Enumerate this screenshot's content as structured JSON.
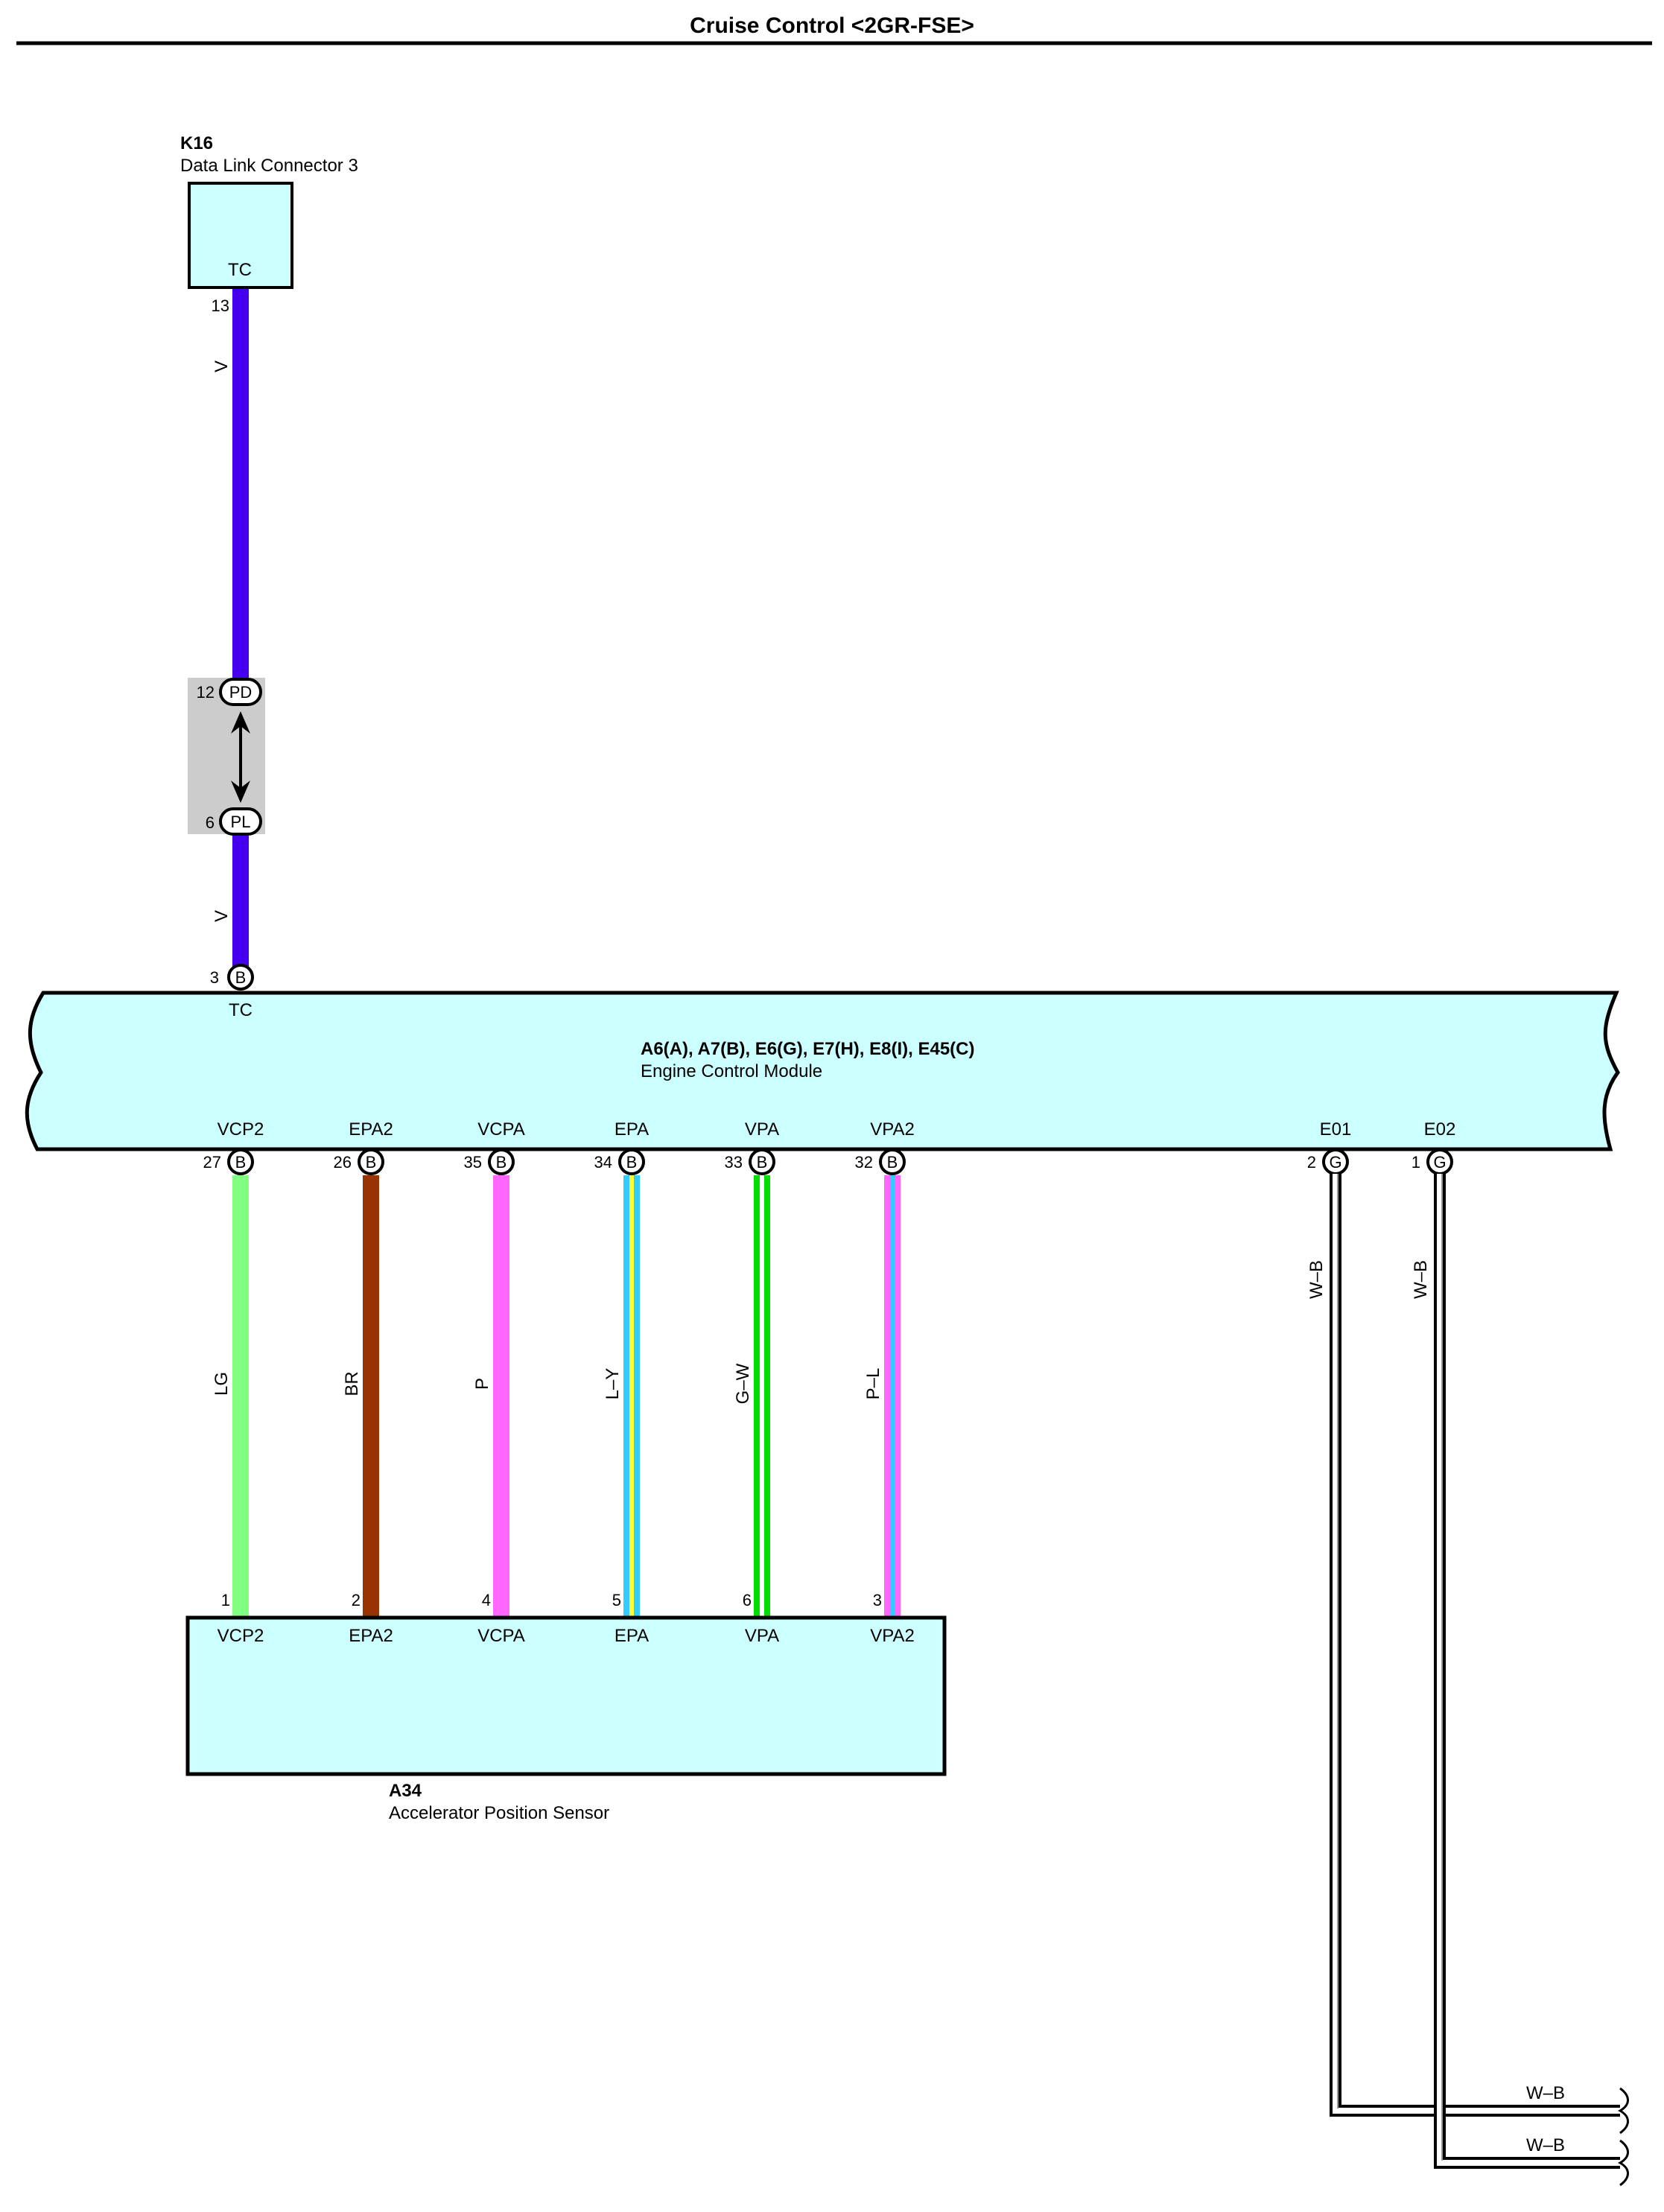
{
  "title": "Cruise Control <2GR-FSE>",
  "colors": {
    "V": "#4400ee",
    "LG": "#80ff80",
    "BR": "#993300",
    "P": "#ff66ff",
    "L": "#33ccff",
    "Y": "#ffff33",
    "G": "#00dd00",
    "W": "#ffffff",
    "B": "#000000",
    "module_fill": "#ccffff",
    "junction_fill": "#cccccc"
  },
  "dlc": {
    "code": "K16",
    "name": "Data Link Connector 3",
    "pin_name": "TC",
    "pin": "13"
  },
  "wire_v_upper": {
    "label": "V"
  },
  "junction": {
    "top_pin": "12",
    "top_code": "PD",
    "bottom_pin": "6",
    "bottom_code": "PL"
  },
  "wire_v_lower": {
    "label": "V"
  },
  "ecm": {
    "codes": "A6(A), A7(B), E6(G), E7(H), E8(I), E45(C)",
    "name": "Engine Control Module",
    "tc_pin": "3",
    "tc_conn": "B",
    "tc_name": "TC",
    "bottom_pins": [
      {
        "name": "VCP2",
        "pin": "27",
        "conn": "B"
      },
      {
        "name": "EPA2",
        "pin": "26",
        "conn": "B"
      },
      {
        "name": "VCPA",
        "pin": "35",
        "conn": "B"
      },
      {
        "name": "EPA",
        "pin": "34",
        "conn": "B"
      },
      {
        "name": "VPA",
        "pin": "33",
        "conn": "B"
      },
      {
        "name": "VPA2",
        "pin": "32",
        "conn": "B"
      }
    ],
    "ground_pins": [
      {
        "name": "E01",
        "pin": "2",
        "conn": "G"
      },
      {
        "name": "E02",
        "pin": "1",
        "conn": "G"
      }
    ]
  },
  "sensor_wires": [
    {
      "label": "LG",
      "base": "LG",
      "stripe": ""
    },
    {
      "label": "BR",
      "base": "BR",
      "stripe": ""
    },
    {
      "label": "P",
      "base": "P",
      "stripe": ""
    },
    {
      "label": "L–Y",
      "base": "L",
      "stripe": "Y"
    },
    {
      "label": "G–W",
      "base": "G",
      "stripe": "W"
    },
    {
      "label": "P–L",
      "base": "P",
      "stripe": "L"
    }
  ],
  "ground_wires": [
    {
      "label": "W–B",
      "end_label": "W–B"
    },
    {
      "label": "W–B",
      "end_label": "W–B"
    }
  ],
  "sensor": {
    "code": "A34",
    "name": "Accelerator Position Sensor",
    "pins": [
      {
        "name": "VCP2",
        "pin": "1"
      },
      {
        "name": "EPA2",
        "pin": "2"
      },
      {
        "name": "VCPA",
        "pin": "4"
      },
      {
        "name": "EPA",
        "pin": "5"
      },
      {
        "name": "VPA",
        "pin": "6"
      },
      {
        "name": "VPA2",
        "pin": "3"
      }
    ]
  }
}
